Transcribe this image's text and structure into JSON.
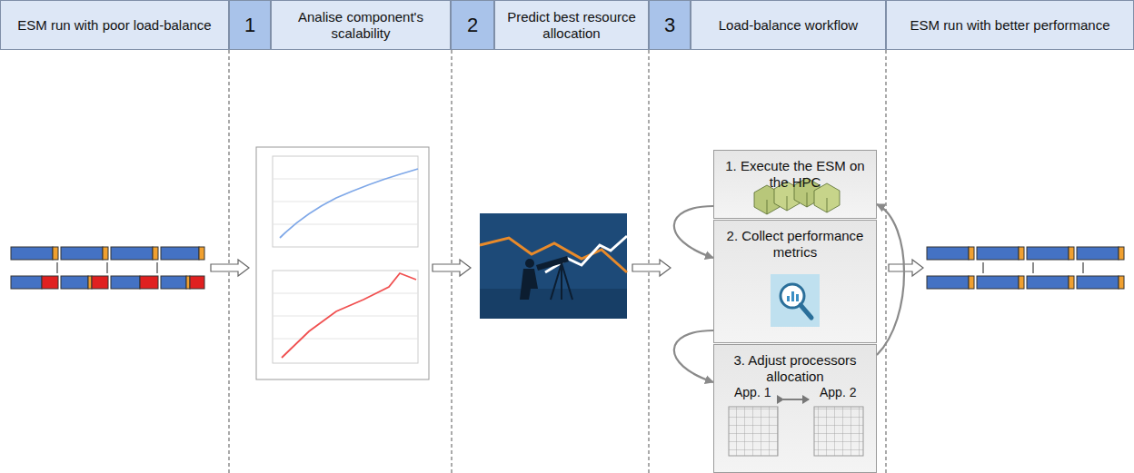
{
  "diagram": {
    "nodes": [
      {
        "text": [
          "ESM run with poor load-balance"
        ]
      },
      {
        "text": [
          "1"
        ]
      },
      {
        "text": [
          "Analise component's scalability"
        ]
      },
      {
        "text": [
          "2"
        ]
      },
      {
        "text": [
          "Predict best resource allocation"
        ]
      },
      {
        "text": [
          "3"
        ]
      },
      {
        "text": [
          "Load-balance workflow"
        ]
      },
      {
        "text": [
          "ESM run with better performance"
        ]
      },
      {
        "text": [
          "1. Execute the ESM on the HPC"
        ]
      },
      {
        "text": [
          "2. Collect performance metrics"
        ]
      },
      {
        "text": [
          "3. Adjust processors allocation"
        ]
      }
    ],
    "edges": [
      {
        "from": 8,
        "to": 9,
        "arrow": "to"
      },
      {
        "from": 9,
        "to": 10,
        "arrow": "to"
      },
      {
        "from": 10,
        "to": 8,
        "arrow": "to"
      }
    ],
    "labels": [
      "App. 1",
      "App. 2"
    ]
  }
}
